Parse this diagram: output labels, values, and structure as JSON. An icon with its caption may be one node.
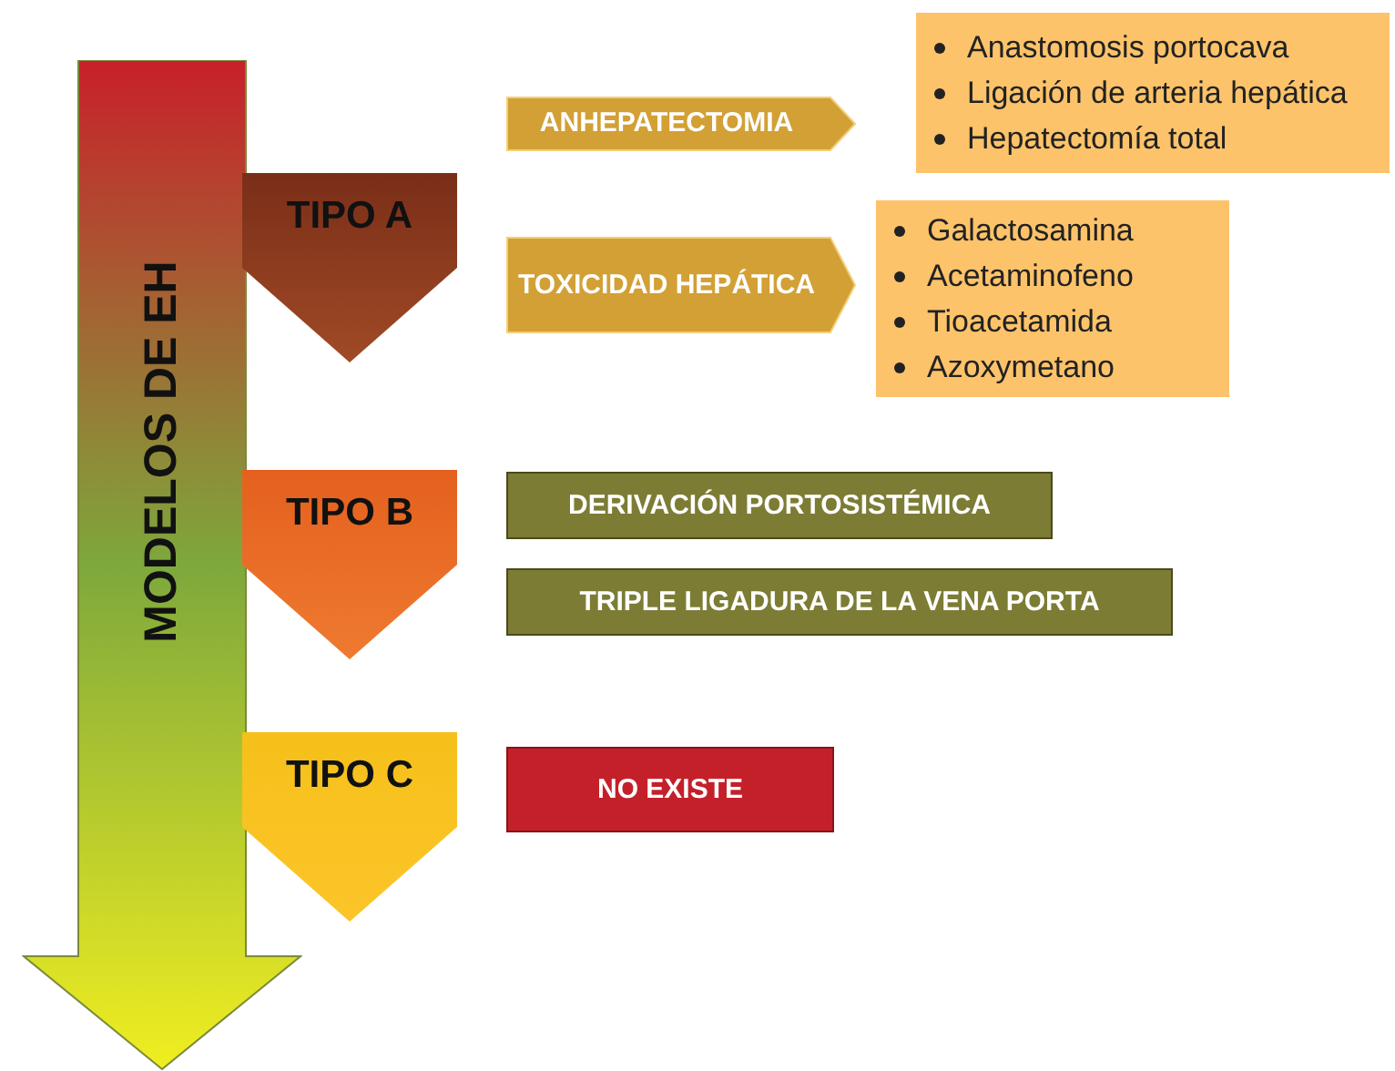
{
  "diagram": {
    "nodes": [
      {
        "text": [
          "MODELOS DE EH"
        ]
      },
      {
        "text": [
          "TIPO A"
        ]
      },
      {
        "text": [
          "ANHEPATECTOMIA"
        ]
      },
      {
        "text": [
          "Anastomosis portocava",
          "Ligación de arteria hepática",
          "Hepatectomía total"
        ]
      },
      {
        "text": [
          "TOXICIDAD HEPÁTICA"
        ]
      },
      {
        "text": [
          "Galactosamina",
          "Acetaminofeno",
          "Tioacetamida",
          "Azoxymetano"
        ]
      },
      {
        "text": [
          "TIPO B"
        ]
      },
      {
        "text": [
          "DERIVACIÓN PORTOSISTÉMICA"
        ]
      },
      {
        "text": [
          "TRIPLE LIGADURA DE LA VENA PORTA"
        ]
      },
      {
        "text": [
          "TIPO C"
        ]
      },
      {
        "text": [
          "NO EXISTE"
        ]
      }
    ]
  }
}
